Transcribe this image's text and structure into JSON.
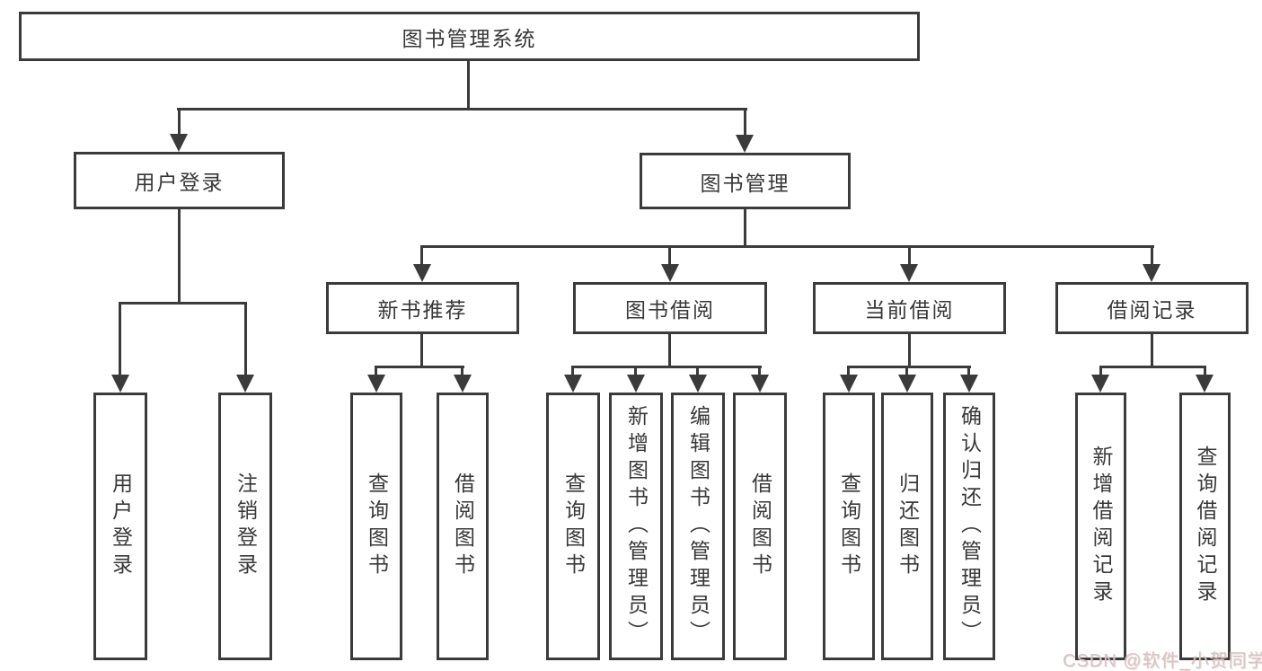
{
  "tree": {
    "label": "图书管理系统",
    "children": [
      {
        "label": "用户登录",
        "children": [
          {
            "label": "用户登录"
          },
          {
            "label": "注销登录"
          }
        ]
      },
      {
        "label": "图书管理",
        "children": [
          {
            "label": "新书推荐",
            "children": [
              {
                "label": "查询图书"
              },
              {
                "label": "借阅图书"
              }
            ]
          },
          {
            "label": "图书借阅",
            "children": [
              {
                "label": "查询图书"
              },
              {
                "label": "新增图书（管理员）"
              },
              {
                "label": "编辑图书（管理员）"
              },
              {
                "label": "借阅图书"
              }
            ]
          },
          {
            "label": "当前借阅",
            "children": [
              {
                "label": "查询图书"
              },
              {
                "label": "归还图书"
              },
              {
                "label": "确认归还（管理员）"
              }
            ]
          },
          {
            "label": "借阅记录",
            "children": [
              {
                "label": "新增借阅记录"
              },
              {
                "label": "查询借阅记录"
              }
            ]
          }
        ]
      }
    ]
  },
  "watermark": {
    "text": "CSDN @软件_小贺同学"
  },
  "colors": {
    "line": "#3b3b3b",
    "text": "#383838",
    "background": "#ffffff",
    "watermark": "#d3c6c6"
  }
}
